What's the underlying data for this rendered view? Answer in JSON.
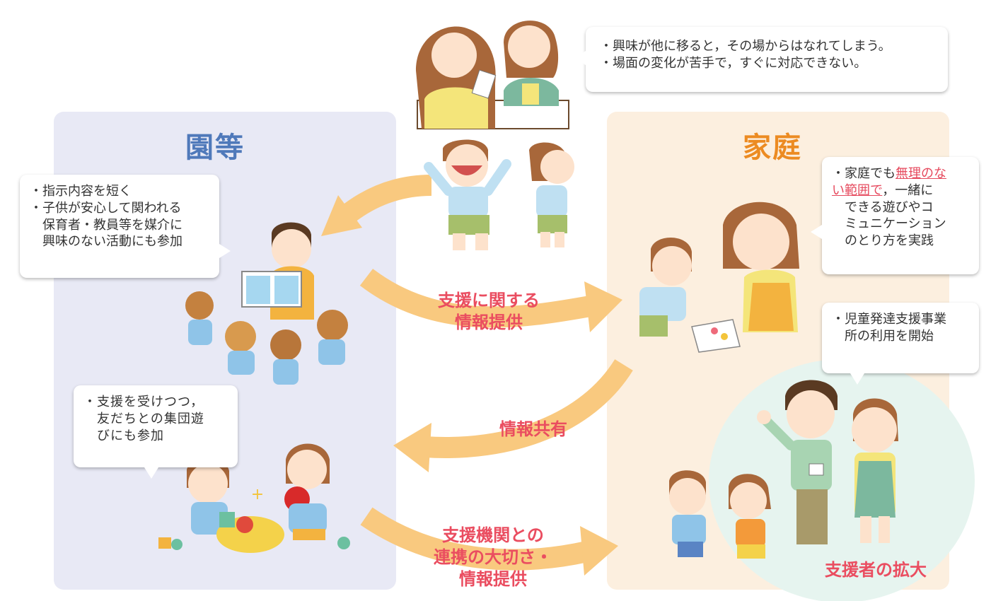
{
  "left_panel": {
    "title": "園等"
  },
  "right_panel": {
    "title": "家庭"
  },
  "top_bubble": {
    "lines": [
      "・興味が他に移ると，その場からはなれてしまう。",
      "・場面の変化が苦手で，すぐに対応できない。"
    ]
  },
  "left_bubble_1": {
    "lines": [
      "・指示内容を短く",
      "・子供が安心して関われる",
      "　保育者・教員等を媒介に",
      "　興味のない活動にも参加"
    ]
  },
  "left_bubble_2": {
    "lines": [
      "・支援を受けつつ，",
      "　友だちとの集団遊",
      "　びにも参加"
    ]
  },
  "right_bubble_1": {
    "prefix": "・家庭でも",
    "highlight_1": "無理のな",
    "highlight_2": "い範囲で",
    "suffix": "，一緒に",
    "lines": [
      "　できる遊びやコ",
      "　ミュニケーション",
      "　のとり方を実践"
    ]
  },
  "right_bubble_2": {
    "lines": [
      "・児童発達支援事業",
      "　所の利用を開始"
    ]
  },
  "arrows": {
    "info_provide": [
      "支援に関する",
      "情報提供"
    ],
    "info_share": "情報共有",
    "cooperation": [
      "支援機関との",
      "連携の大切さ・",
      "情報提供"
    ]
  },
  "supporters_label": "支援者の拡大",
  "colors": {
    "left_panel": "#e8e9f5",
    "right_panel": "#fcefdf",
    "left_title": "#4f79ba",
    "right_title": "#ec8b22",
    "arrow": "#f9c97f",
    "arrow_text": "#ea4d60",
    "supporter_bg": "#e6f4ef",
    "highlight": "#e64a5e"
  },
  "illustrations": [
    "mother-and-teacher-consulting",
    "excited-child-waving",
    "teacher-reading-picture-book-to-children",
    "children-playing-with-toys-and-ball",
    "mother-and-child-drawing-on-floor",
    "supporters-and-running-children"
  ]
}
